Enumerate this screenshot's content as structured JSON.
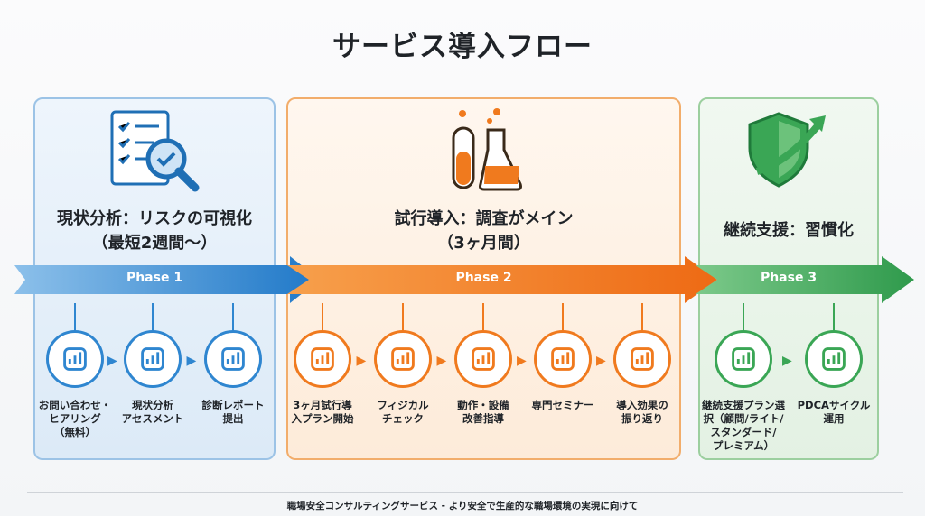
{
  "title": "サービス導入フロー",
  "colors": {
    "blue": "#2f86d0",
    "orange": "#f07a1e",
    "green": "#3aa655"
  },
  "phases": [
    {
      "label": "Phase 1",
      "heading": [
        "現状分析：リスクの可視化",
        "（最短2週間〜）"
      ],
      "icon": "checklist-magnifier-icon",
      "steps": [
        {
          "label": "お問い合わせ・\nヒアリング\n（無料）",
          "icon": "headset-chat-icon"
        },
        {
          "label": "現状分析\nアセスメント",
          "icon": "clipboard-chart-gear-icon"
        },
        {
          "label": "診断レポート\n提出",
          "icon": "report-certificate-icon"
        }
      ]
    },
    {
      "label": "Phase 2",
      "heading": [
        "試行導入：調査がメイン",
        "（3ヶ月間）"
      ],
      "icon": "test-tube-flask-icon",
      "steps": [
        {
          "label": "3ヶ月試行導\n入プラン開始",
          "icon": "calendar-play-icon"
        },
        {
          "label": "フィジカル\nチェック",
          "icon": "body-heart-icon"
        },
        {
          "label": "動作・設備\n改善指導",
          "icon": "stretch-helmet-icon"
        },
        {
          "label": "専門セミナー",
          "icon": "presentation-icon"
        },
        {
          "label": "導入効果の\n振り返り",
          "icon": "handshake-growth-icon"
        }
      ]
    },
    {
      "label": "Phase 3",
      "heading": [
        "継続支援：習慣化"
      ],
      "icon": "shield-arrow-icon",
      "steps": [
        {
          "label": "継続支援プラン選\n択（顧問/ライト/\nスタンダード/\nプレミアム）",
          "icon": "plan-tiers-icon"
        },
        {
          "label": "PDCAサイクル\n運用",
          "icon": "pdca-cycle-icon"
        }
      ]
    }
  ],
  "footer": "職場安全コンサルティングサービス - より安全で生産的な職場環境の実現に向けて"
}
